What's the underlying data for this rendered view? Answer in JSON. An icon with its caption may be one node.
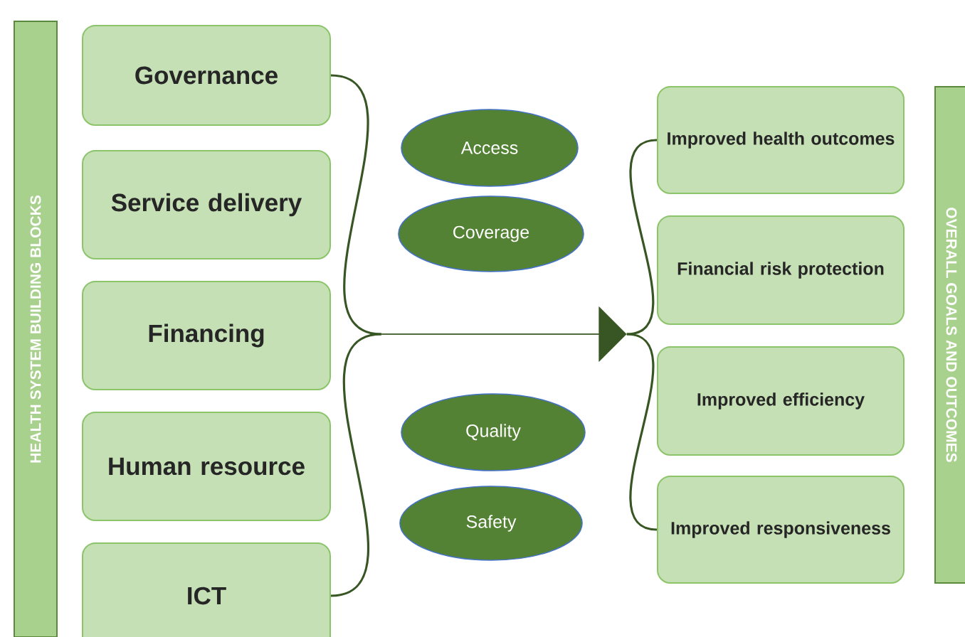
{
  "diagram": {
    "nodes": [
      {
        "text": [
          "HEALTH SYSTEM BUILDING BLOCKS"
        ]
      },
      {
        "text": [
          "Governance"
        ]
      },
      {
        "text": [
          "Service delivery"
        ]
      },
      {
        "text": [
          "Financing"
        ]
      },
      {
        "text": [
          "Human resource"
        ]
      },
      {
        "text": [
          "ICT"
        ]
      },
      {
        "text": [
          "Access"
        ]
      },
      {
        "text": [
          "Coverage"
        ]
      },
      {
        "text": [
          "Quality"
        ]
      },
      {
        "text": [
          "Safety"
        ]
      },
      {
        "text": [],
        "shape": "arrow"
      },
      {
        "text": [
          "Improved health outcomes"
        ]
      },
      {
        "text": [
          "Financial risk protection"
        ]
      },
      {
        "text": [
          "Improved efficiency"
        ]
      },
      {
        "text": [
          "Improved responsiveness"
        ]
      },
      {
        "text": [
          "OVERALL GOALS AND OUTCOMES"
        ]
      }
    ],
    "edges": [
      {
        "from": 1,
        "to": 10,
        "arrow": "none"
      },
      {
        "from": 5,
        "to": 10,
        "arrow": "none"
      },
      {
        "from": 10,
        "to": 11,
        "arrow": "none"
      },
      {
        "from": 10,
        "to": 14,
        "arrow": "none"
      }
    ]
  }
}
